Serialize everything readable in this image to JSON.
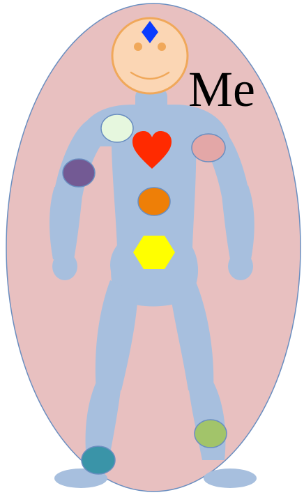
{
  "label": "Me",
  "colors": {
    "aura_fill": "#e8c0c0",
    "aura_stroke": "#6a8ec0",
    "body": "#a7bfde",
    "head_fill": "#fbd6b4",
    "head_stroke": "#f0a85a",
    "face_features": "#f0a85a",
    "crown_diamond": "#0a3cff",
    "chest_circle": "#e6f7de",
    "heart": "#ff2a00",
    "right_shoulder_circle": "#e3a7a7",
    "left_arm_circle": "#735a94",
    "belly_circle": "#ee7f07",
    "hexagon": "#ffff00",
    "knee_circle": "#a2c46a",
    "foot_circle": "#3a94a8"
  },
  "symbols": {
    "crown": "diamond",
    "chest": "circle",
    "heart": "heart",
    "right_shoulder": "circle",
    "left_arm": "circle",
    "belly": "circle",
    "pelvis": "hexagon",
    "knee": "circle",
    "foot": "circle"
  }
}
